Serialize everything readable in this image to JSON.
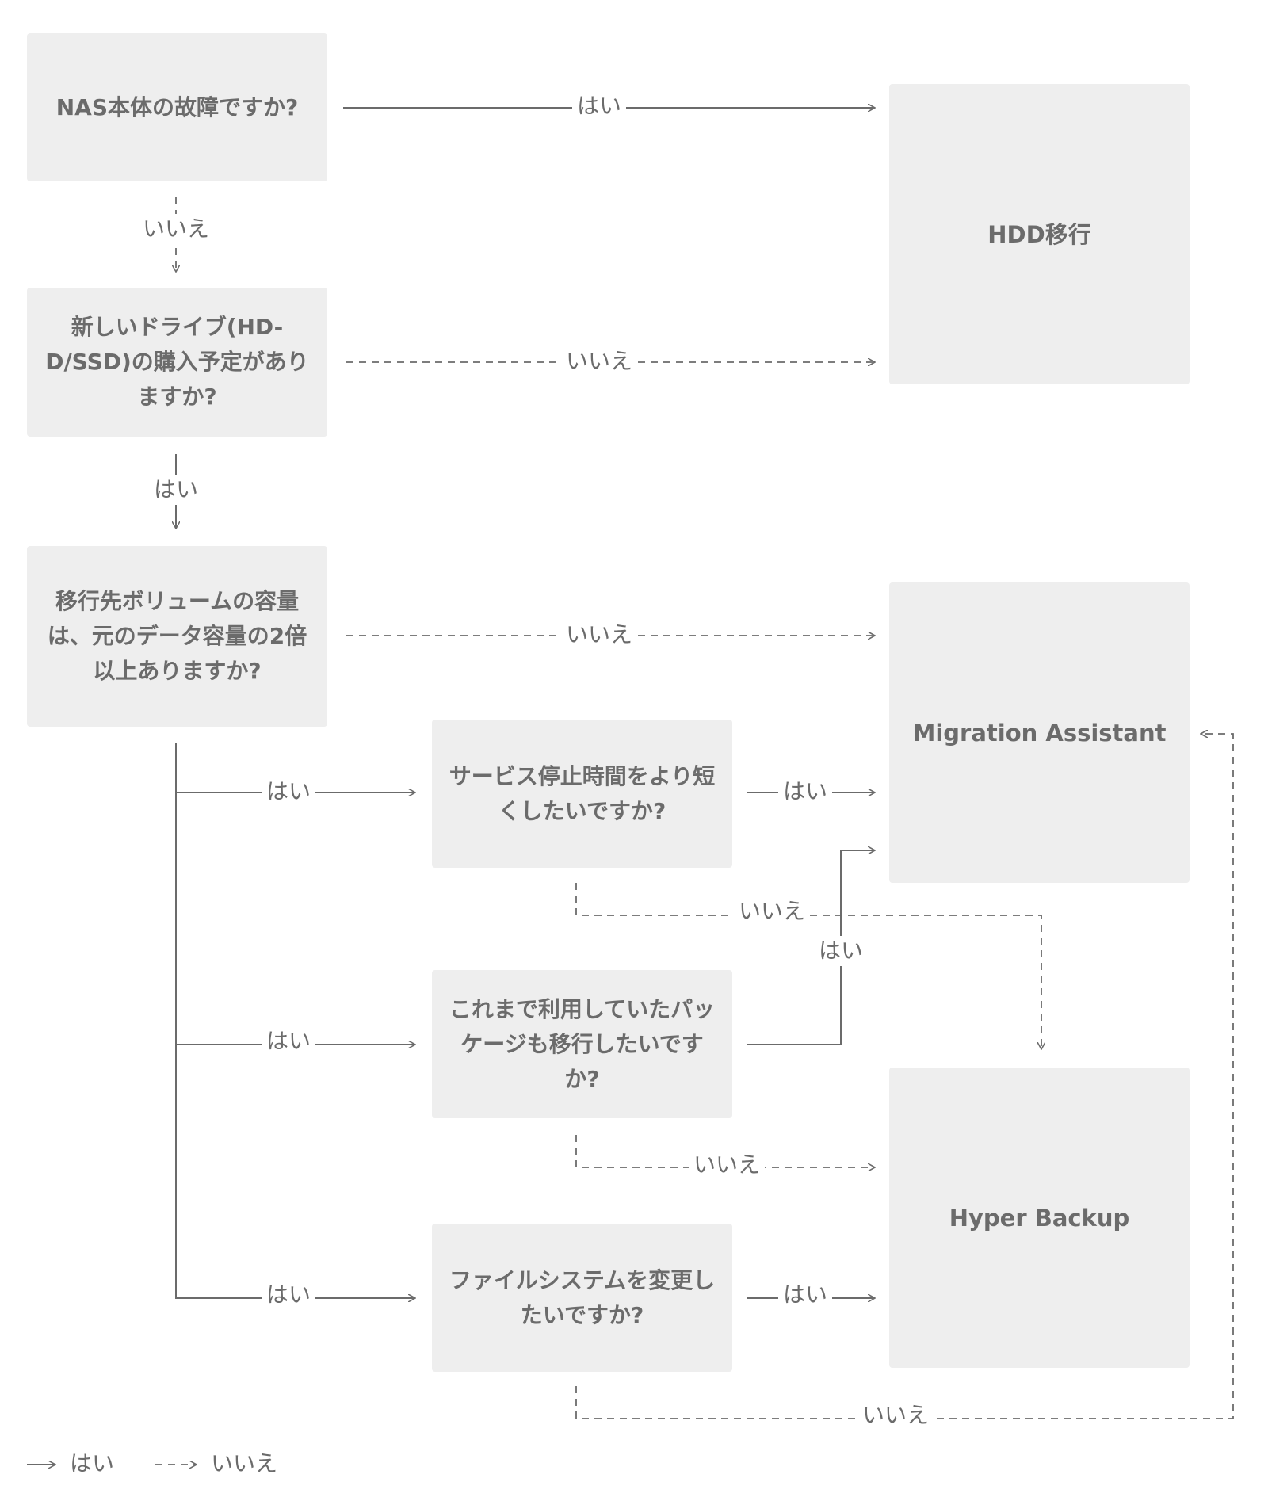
{
  "questions": {
    "q1": "NAS本体の故障ですか?",
    "q2": "新しいドライブ(HD-D/SSD)の購入予定がありますか?",
    "q3": "移行先ボリュームの容量は、元のデータ容量の2倍以上ありますか?",
    "q4": "サービス停止時間をより短くしたいですか?",
    "q5": "これまで利用していたパッケージも移行したいですか?",
    "q6": "ファイルシステムを変更したいですか?"
  },
  "results": {
    "hdd": "HDD移行",
    "migration": "Migration Assistant",
    "hyper": "Hyper Backup"
  },
  "labels": {
    "yes": "はい",
    "no": "いいえ"
  },
  "legend": {
    "yes": "はい",
    "no": "いいえ"
  }
}
